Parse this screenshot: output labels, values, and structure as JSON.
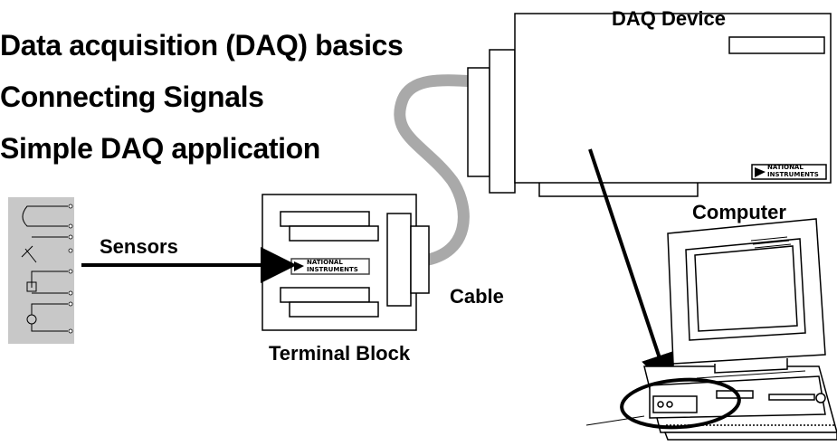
{
  "topics": [
    "Data acquisition (DAQ) basics",
    "Connecting Signals",
    "Simple DAQ application"
  ],
  "labels": {
    "daq_device": "DAQ Device",
    "computer": "Computer",
    "sensors": "Sensors",
    "cable": "Cable",
    "terminal_block": "Terminal Block"
  },
  "logo": {
    "line1": "NATIONAL",
    "line2": "INSTRUMENTS"
  },
  "colors": {
    "cable": "#a9a9a9",
    "sensor_panel": "#c8c8c8",
    "ink": "#000000"
  }
}
